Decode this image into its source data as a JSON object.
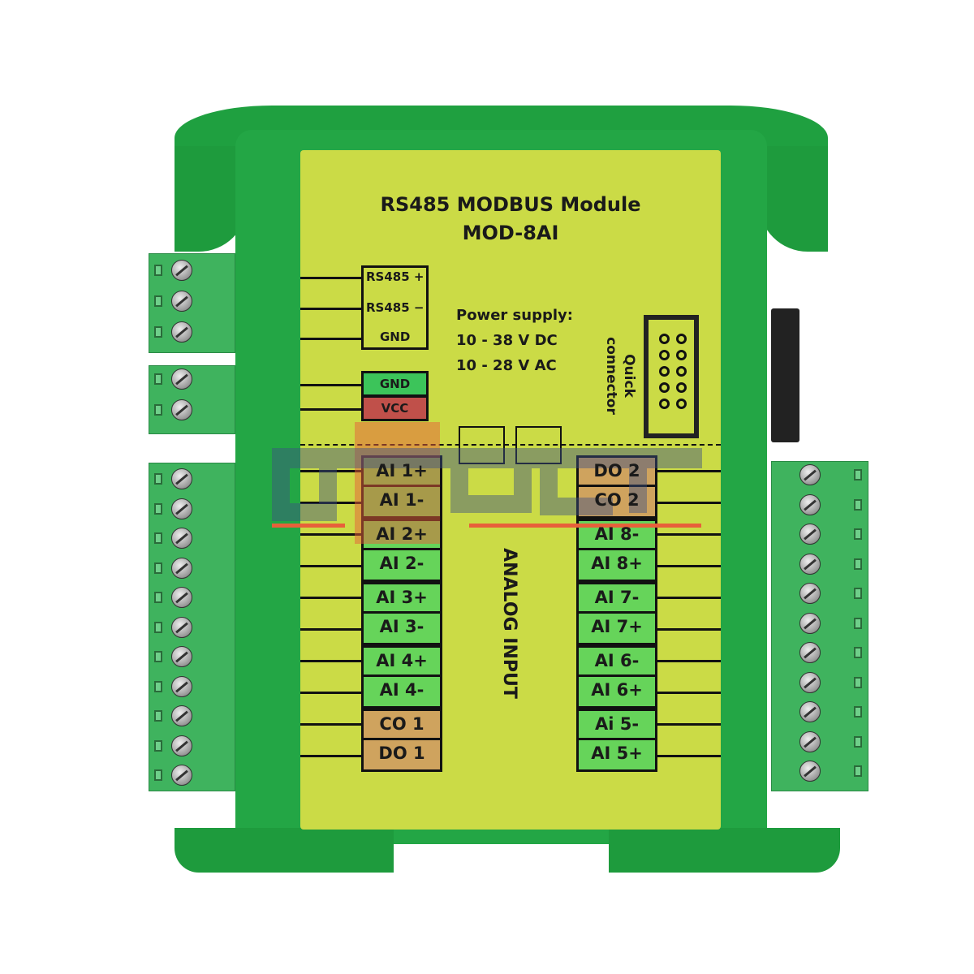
{
  "module": {
    "title": "RS485 MODBUS Module",
    "model": "MOD-8AI"
  },
  "comm": {
    "pins": [
      "RS485 +",
      "RS485 −",
      "GND"
    ]
  },
  "power": {
    "pins": [
      "GND",
      "VCC"
    ],
    "pin_colors": [
      "#3cc45a",
      "#c0504a"
    ],
    "heading": "Power supply:",
    "dc": "10 - 38 V DC",
    "ac": "10 - 28 V AC"
  },
  "connector": {
    "label_1": "Quick",
    "label_2": "connector"
  },
  "analog_label": "ANALOG INPUT",
  "left_pins": [
    {
      "label": "AI 1+",
      "color": "#66d45a"
    },
    {
      "label": "AI 1-",
      "color": "#66d45a"
    },
    {
      "label": "AI 2+",
      "color": "#66d45a"
    },
    {
      "label": "AI 2-",
      "color": "#66d45a"
    },
    {
      "label": "AI 3+",
      "color": "#66d45a"
    },
    {
      "label": "AI 3-",
      "color": "#66d45a"
    },
    {
      "label": "AI 4+",
      "color": "#66d45a"
    },
    {
      "label": "AI 4-",
      "color": "#66d45a"
    },
    {
      "label": "CO 1",
      "color": "#cfa35e"
    },
    {
      "label": "DO 1",
      "color": "#cfa35e"
    }
  ],
  "right_pins": [
    {
      "label": "DO 2",
      "color": "#cfa35e"
    },
    {
      "label": "CO 2",
      "color": "#cfa35e"
    },
    {
      "label": "AI 8-",
      "color": "#66d45a"
    },
    {
      "label": "AI 8+",
      "color": "#66d45a"
    },
    {
      "label": "AI 7-",
      "color": "#66d45a"
    },
    {
      "label": "AI 7+",
      "color": "#66d45a"
    },
    {
      "label": "AI 6-",
      "color": "#66d45a"
    },
    {
      "label": "AI 6+",
      "color": "#66d45a"
    },
    {
      "label": "Ai 5-",
      "color": "#66d45a"
    },
    {
      "label": "AI 5+",
      "color": "#66d45a"
    }
  ],
  "watermark": "aspar",
  "colors": {
    "housing": "#23a645",
    "label": "#cbdb46",
    "watermark_orange": "#e8603a"
  }
}
